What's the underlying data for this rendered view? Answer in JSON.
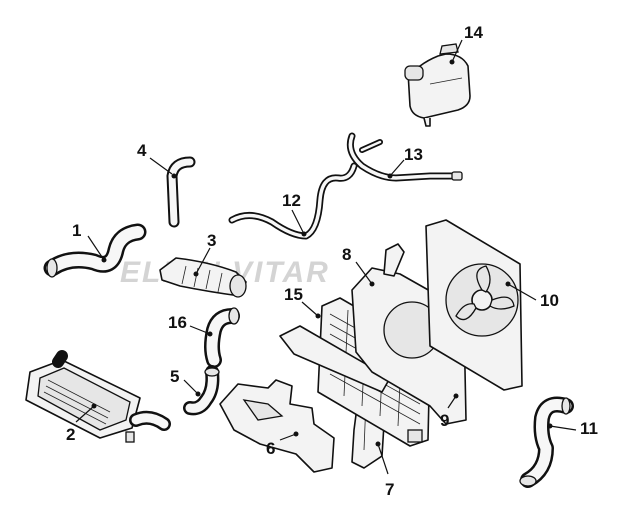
{
  "watermark": "ELION VITAR",
  "callouts": [
    {
      "id": "1",
      "label": "1"
    },
    {
      "id": "2",
      "label": "2"
    },
    {
      "id": "3",
      "label": "3"
    },
    {
      "id": "4",
      "label": "4"
    },
    {
      "id": "5",
      "label": "5"
    },
    {
      "id": "6",
      "label": "6"
    },
    {
      "id": "7",
      "label": "7"
    },
    {
      "id": "8",
      "label": "8"
    },
    {
      "id": "9",
      "label": "9"
    },
    {
      "id": "10",
      "label": "10"
    },
    {
      "id": "11",
      "label": "11"
    },
    {
      "id": "12",
      "label": "12"
    },
    {
      "id": "13",
      "label": "13"
    },
    {
      "id": "14",
      "label": "14"
    },
    {
      "id": "15",
      "label": "15"
    },
    {
      "id": "16",
      "label": "16"
    }
  ]
}
